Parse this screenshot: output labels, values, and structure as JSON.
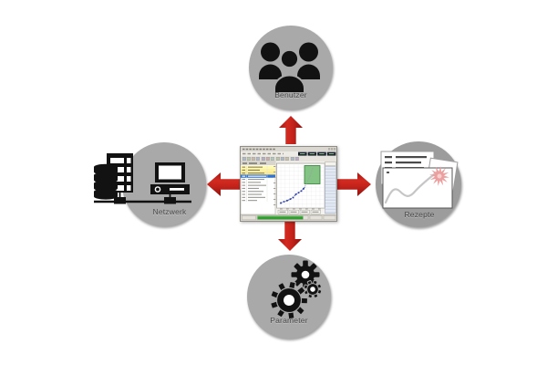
{
  "diagram": {
    "background_color": "#ffffff",
    "arrow_color": "#c62820",
    "label_color": "#4a4a4a",
    "nodes": [
      {
        "id": "benutzer",
        "position": "top",
        "label": "Benutzer",
        "icon": "users-group-icon",
        "circle_color": "#a9a9a9"
      },
      {
        "id": "netzwerk",
        "position": "left",
        "label": "Netzwerk",
        "icon": "network-computers-icon",
        "circle_color": "#a9a9a9"
      },
      {
        "id": "rezepte",
        "position": "right",
        "label": "Rezepte",
        "icon": "documents-curve-icon",
        "circle_color": "#9c9c9c"
      },
      {
        "id": "parameter",
        "position": "bottom",
        "label": "Parameter",
        "icon": "gears-icon",
        "circle_color": "#a9a9a9"
      }
    ],
    "arrows": {
      "directions": [
        "up",
        "down",
        "left",
        "right"
      ]
    },
    "center": {
      "name": "control-software-screenshot",
      "accent_colors": {
        "selection_blue": "#2e74d4",
        "chart_zone_green": "#83c383",
        "progress_green": "#2f9e2f",
        "highlight_yellow": "#fff9b4",
        "series_blue": "#3a55c0"
      }
    }
  }
}
